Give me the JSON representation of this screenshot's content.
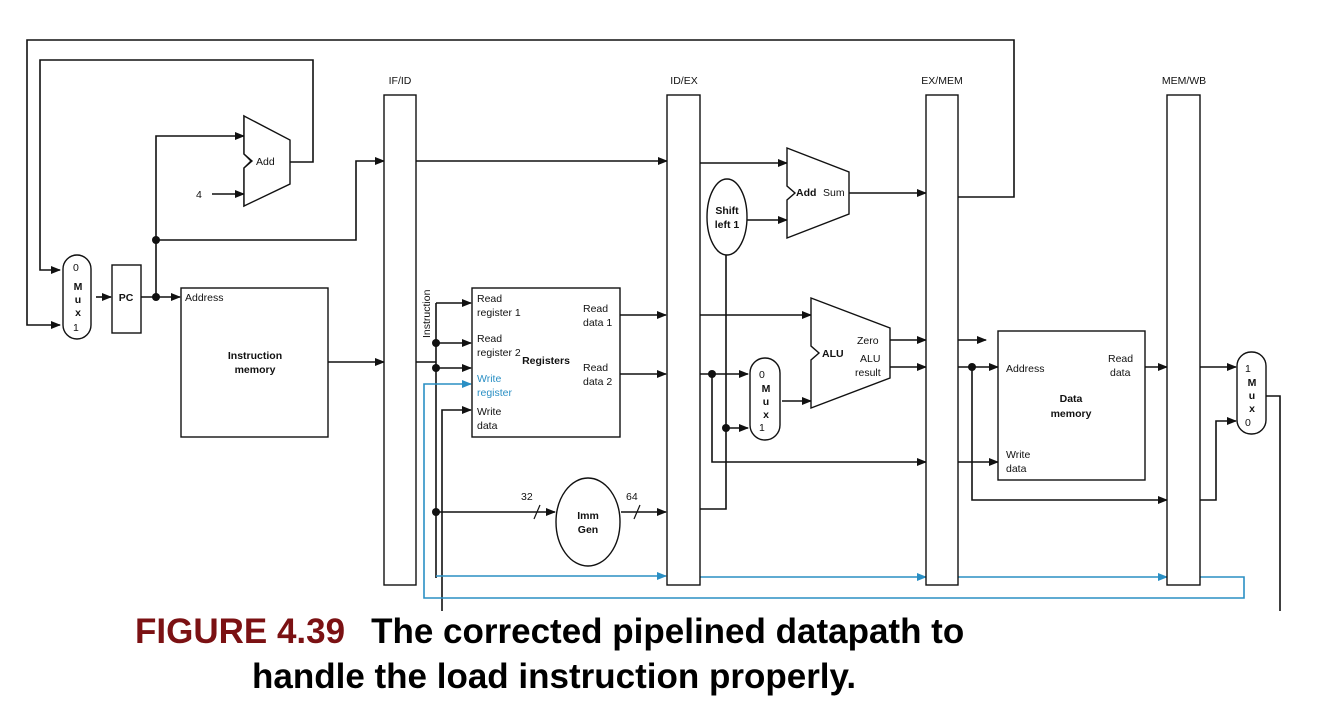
{
  "figure": {
    "number": "FIGURE 4.39",
    "title_line1": "The corrected pipelined datapath to",
    "title_line2": "handle the load instruction properly."
  },
  "pipeline_registers": [
    "IF/ID",
    "ID/EX",
    "EX/MEM",
    "MEM/WB"
  ],
  "components": {
    "pc": "PC",
    "const4": "4",
    "add_pc": "Add",
    "mux_pc": {
      "top": "0",
      "letters": [
        "M",
        "u",
        "x"
      ],
      "bottom": "1"
    },
    "instruction_memory": {
      "address": "Address",
      "line1": "Instruction",
      "line2": "memory"
    },
    "instruction_wire": "Instruction",
    "registers": {
      "title": "Registers",
      "read_reg1": [
        "Read",
        "register 1"
      ],
      "read_reg2": [
        "Read",
        "register 2"
      ],
      "write_reg": [
        "Write",
        "register"
      ],
      "write_data": [
        "Write",
        "data"
      ],
      "read_data1": [
        "Read",
        "data 1"
      ],
      "read_data2": [
        "Read",
        "data 2"
      ]
    },
    "imm_gen": {
      "line1": "Imm",
      "line2": "Gen",
      "in_width": "32",
      "out_width": "64"
    },
    "shift": {
      "line1": "Shift",
      "line2": "left 1"
    },
    "add_branch": {
      "name": "Add",
      "output": "Sum"
    },
    "mux_alu": {
      "top": "0",
      "letters": [
        "M",
        "u",
        "x"
      ],
      "bottom": "1"
    },
    "alu": {
      "name": "ALU",
      "zero": "Zero",
      "result": [
        "ALU",
        "result"
      ]
    },
    "data_memory": {
      "address": "Address",
      "read_data": [
        "Read",
        "data"
      ],
      "write_data": [
        "Write",
        "data"
      ],
      "line1": "Data",
      "line2": "memory"
    },
    "mux_wb": {
      "top": "1",
      "letters": [
        "M",
        "u",
        "x"
      ],
      "bottom": "0"
    }
  },
  "colors": {
    "wire": "#111111",
    "write_register_path": "#2a8fc4",
    "figure_number": "#7b1113"
  }
}
